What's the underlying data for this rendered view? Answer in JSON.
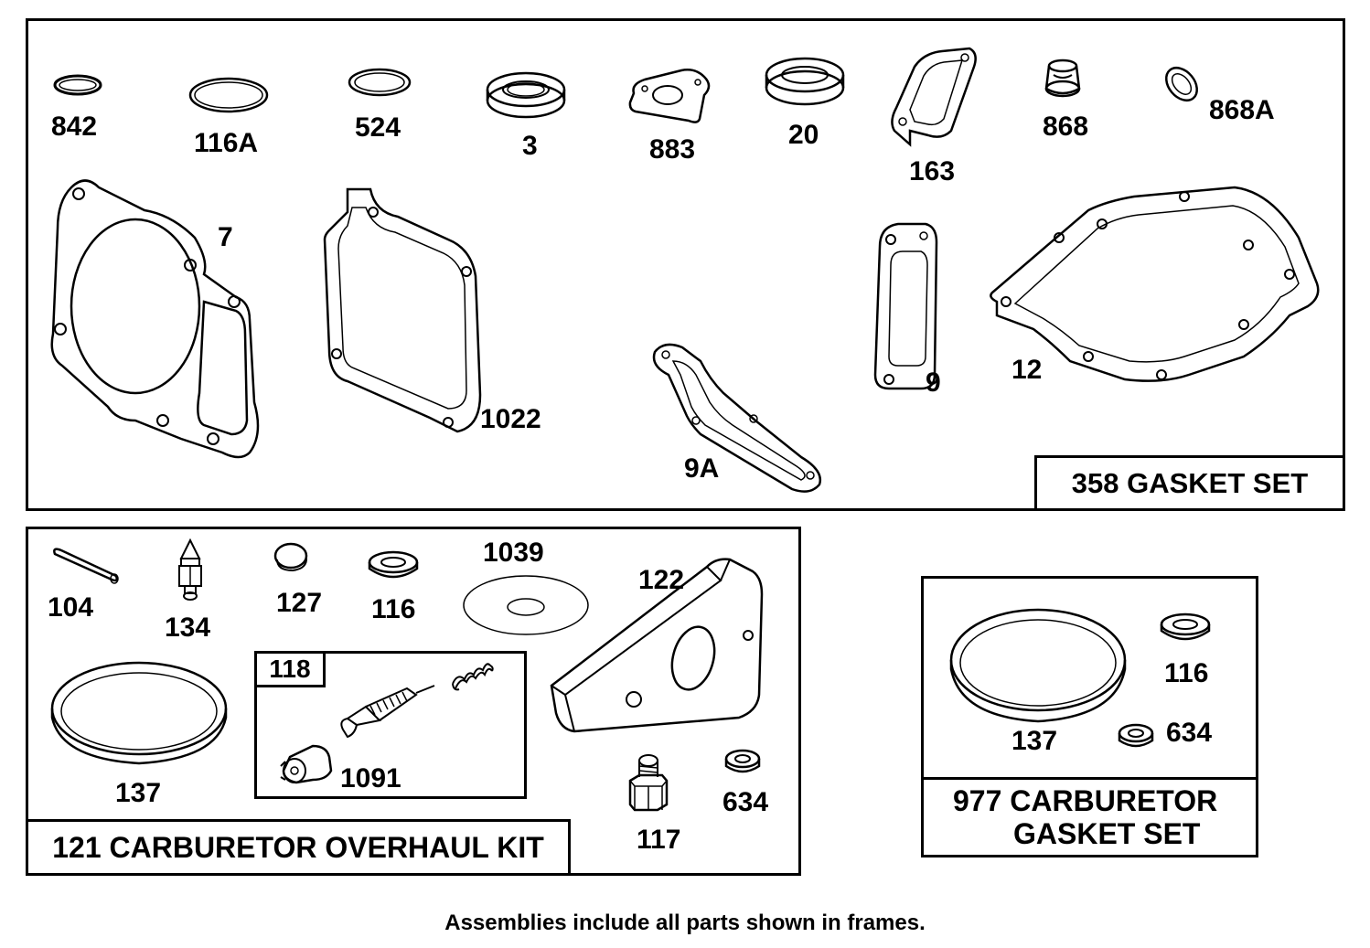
{
  "gasket_set": {
    "title": "358 GASKET SET",
    "parts": {
      "p842": "842",
      "p116A": "116A",
      "p524": "524",
      "p3": "3",
      "p883": "883",
      "p20": "20",
      "p163": "163",
      "p868": "868",
      "p868A": "868A",
      "p7": "7",
      "p1022": "1022",
      "p9A": "9A",
      "p9": "9",
      "p12": "12"
    }
  },
  "overhaul_kit": {
    "title": "121 CARBURETOR OVERHAUL KIT",
    "sub_assembly": "118",
    "parts": {
      "p104": "104",
      "p134": "134",
      "p127": "127",
      "p116": "116",
      "p1039": "1039",
      "p122": "122",
      "p137": "137",
      "p1091": "1091",
      "p117": "117",
      "p634": "634"
    }
  },
  "carb_gasket_set": {
    "title_line1": "977 CARBURETOR",
    "title_line2": "GASKET SET",
    "parts": {
      "p137": "137",
      "p116": "116",
      "p634": "634"
    }
  },
  "footer": "Assemblies include all parts shown in frames.",
  "colors": {
    "ink": "#000000",
    "paper": "#ffffff"
  }
}
